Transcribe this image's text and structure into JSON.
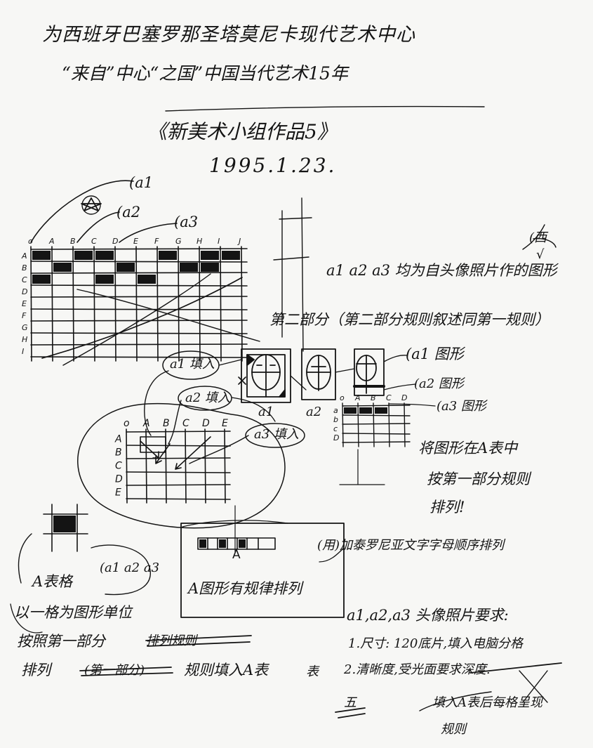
{
  "header": {
    "line1": "为西班牙巴塞罗那圣塔莫尼卡现代艺术中心",
    "line2": "“来自”中心“之国”中国当代艺术15年",
    "title": "《新美术小组作品5》",
    "date": "1995.1.23."
  },
  "annotations": {
    "a1": "(a1",
    "a2": "(a2",
    "a3": "(a3",
    "a1a2a3_note": "a1 a2 a3 均为自头像照片作的图形",
    "part2": "第二部分（第二部分规则叙述同第一规则）",
    "a1_tuxing": "(a1 图形",
    "a2_tuxing": "(a2 图形",
    "a3_tuxing": "(a3 图形",
    "a1_tianru": "a1 填入",
    "a2_tianru": "a2 填入",
    "a3_tianru": "a3 填入",
    "label_a1": "a1",
    "label_a2": "a2",
    "note_right_1": "将图形在A表中",
    "note_right_2": "按第一部分规则",
    "note_right_3": "排列!",
    "jia_note": "(用)加泰罗尼亚文字字母顺序排列",
    "a1a2a3_short": "(a1 a2 a3",
    "biaoge": "A表格",
    "A_biao_note": "A图形有规律排列",
    "left_1": "以一格为图形单位",
    "left_2": "按照第一部分",
    "left_3": "排列",
    "left_3b": "规则填入A表",
    "strike_1": "排列规则",
    "strike_2": "(第一部分)",
    "req_title": "a1,a2,a3 头像照片要求:",
    "req_1": "1.尺寸: 120底片,填入电脑分格",
    "req_2": "2.清晰度,受光面要求深度.",
    "bottom_note_1": "填入A表后每格呈现",
    "bottom_note_2": "规则",
    "bottom_mark": "五",
    "xi": "(西",
    "top_right_mark": "√",
    "strike_3": "表"
  },
  "grid_top": {
    "cols": [
      "o",
      "A",
      "B",
      "C",
      "D",
      "E",
      "F",
      "G",
      "H",
      "I",
      "J"
    ],
    "rows": [
      "A",
      "B",
      "C",
      "D",
      "E",
      "F",
      "G",
      "H",
      "I"
    ]
  },
  "grid_mid": {
    "cols": [
      "o",
      "A",
      "B",
      "C",
      "D",
      "E"
    ],
    "rows": [
      "A",
      "B",
      "C",
      "D",
      "E"
    ]
  },
  "grid_right": {
    "cols": [
      "o",
      "A",
      "B",
      "C",
      "D"
    ],
    "rows": [
      "a",
      "b",
      "c",
      "D"
    ]
  },
  "strip_labels": [
    "A"
  ]
}
